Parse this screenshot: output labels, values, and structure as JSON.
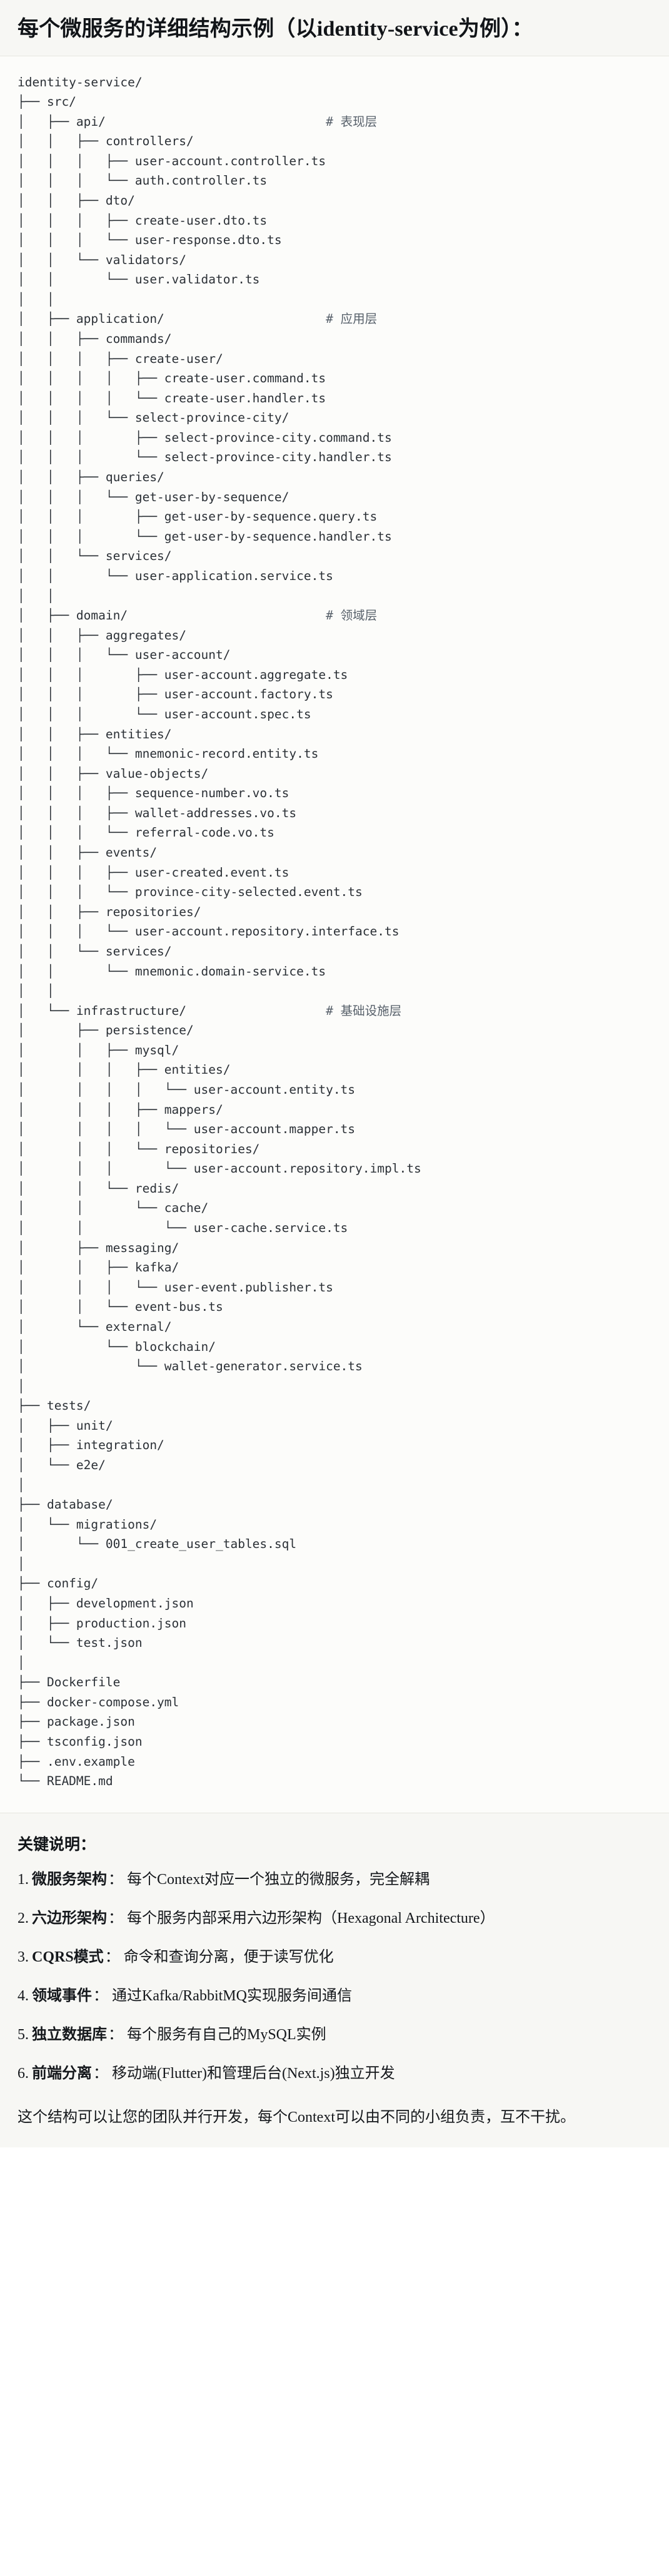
{
  "title": "每个微服务的详细结构示例（以identity-service为例）：",
  "tree": {
    "root": "identity-service/",
    "lines": [
      "identity-service/",
      "├── src/",
      "│   ├── api/                              # 表现层",
      "│   │   ├── controllers/",
      "│   │   │   ├── user-account.controller.ts",
      "│   │   │   └── auth.controller.ts",
      "│   │   ├── dto/",
      "│   │   │   ├── create-user.dto.ts",
      "│   │   │   └── user-response.dto.ts",
      "│   │   └── validators/",
      "│   │       └── user.validator.ts",
      "│   │",
      "│   ├── application/                      # 应用层",
      "│   │   ├── commands/",
      "│   │   │   ├── create-user/",
      "│   │   │   │   ├── create-user.command.ts",
      "│   │   │   │   └── create-user.handler.ts",
      "│   │   │   └── select-province-city/",
      "│   │   │       ├── select-province-city.command.ts",
      "│   │   │       └── select-province-city.handler.ts",
      "│   │   ├── queries/",
      "│   │   │   └── get-user-by-sequence/",
      "│   │   │       ├── get-user-by-sequence.query.ts",
      "│   │   │       └── get-user-by-sequence.handler.ts",
      "│   │   └── services/",
      "│   │       └── user-application.service.ts",
      "│   │",
      "│   ├── domain/                           # 领域层",
      "│   │   ├── aggregates/",
      "│   │   │   └── user-account/",
      "│   │   │       ├── user-account.aggregate.ts",
      "│   │   │       ├── user-account.factory.ts",
      "│   │   │       └── user-account.spec.ts",
      "│   │   ├── entities/",
      "│   │   │   └── mnemonic-record.entity.ts",
      "│   │   ├── value-objects/",
      "│   │   │   ├── sequence-number.vo.ts",
      "│   │   │   ├── wallet-addresses.vo.ts",
      "│   │   │   └── referral-code.vo.ts",
      "│   │   ├── events/",
      "│   │   │   ├── user-created.event.ts",
      "│   │   │   └── province-city-selected.event.ts",
      "│   │   ├── repositories/",
      "│   │   │   └── user-account.repository.interface.ts",
      "│   │   └── services/",
      "│   │       └── mnemonic.domain-service.ts",
      "│   │",
      "│   └── infrastructure/                   # 基础设施层",
      "│       ├── persistence/",
      "│       │   ├── mysql/",
      "│       │   │   ├── entities/",
      "│       │   │   │   └── user-account.entity.ts",
      "│       │   │   ├── mappers/",
      "│       │   │   │   └── user-account.mapper.ts",
      "│       │   │   └── repositories/",
      "│       │   │       └── user-account.repository.impl.ts",
      "│       │   └── redis/",
      "│       │       └── cache/",
      "│       │           └── user-cache.service.ts",
      "│       ├── messaging/",
      "│       │   ├── kafka/",
      "│       │   │   └── user-event.publisher.ts",
      "│       │   └── event-bus.ts",
      "│       └── external/",
      "│           └── blockchain/",
      "│               └── wallet-generator.service.ts",
      "│",
      "├── tests/",
      "│   ├── unit/",
      "│   ├── integration/",
      "│   └── e2e/",
      "│",
      "├── database/",
      "│   └── migrations/",
      "│       └── 001_create_user_tables.sql",
      "│",
      "├── config/",
      "│   ├── development.json",
      "│   ├── production.json",
      "│   └── test.json",
      "│",
      "├── Dockerfile",
      "├── docker-compose.yml",
      "├── package.json",
      "├── tsconfig.json",
      "├── .env.example",
      "└── README.md"
    ],
    "layer_comments": [
      "# 表现层",
      "# 应用层",
      "# 领域层",
      "# 基础设施层"
    ]
  },
  "notes": {
    "heading": "关键说明：",
    "items": [
      {
        "num": "1.",
        "term": "微服务架构",
        "sep": "：",
        "desc": "每个Context对应一个独立的微服务，完全解耦"
      },
      {
        "num": "2.",
        "term": "六边形架构",
        "sep": "：",
        "desc": "每个服务内部采用六边形架构（Hexagonal Architecture）"
      },
      {
        "num": "3.",
        "term": "CQRS模式",
        "sep": "：",
        "desc": "命令和查询分离，便于读写优化"
      },
      {
        "num": "4.",
        "term": "领域事件",
        "sep": "：",
        "desc": "通过Kafka/RabbitMQ实现服务间通信"
      },
      {
        "num": "5.",
        "term": "独立数据库",
        "sep": "：",
        "desc": "每个服务有自己的MySQL实例"
      },
      {
        "num": "6.",
        "term": "前端分离",
        "sep": "：",
        "desc": "移动端(Flutter)和管理后台(Next.js)独立开发"
      }
    ],
    "closing": "这个结构可以让您的团队并行开发，每个Context可以由不同的小组负责，互不干扰。"
  },
  "colors": {
    "title_bg": "#f7f7f4",
    "code_bg": "#fcfcfa",
    "notes_bg": "#f7f7f4",
    "text": "#1f2328",
    "comment": "#57606a",
    "divider": "#e6e6e0"
  }
}
